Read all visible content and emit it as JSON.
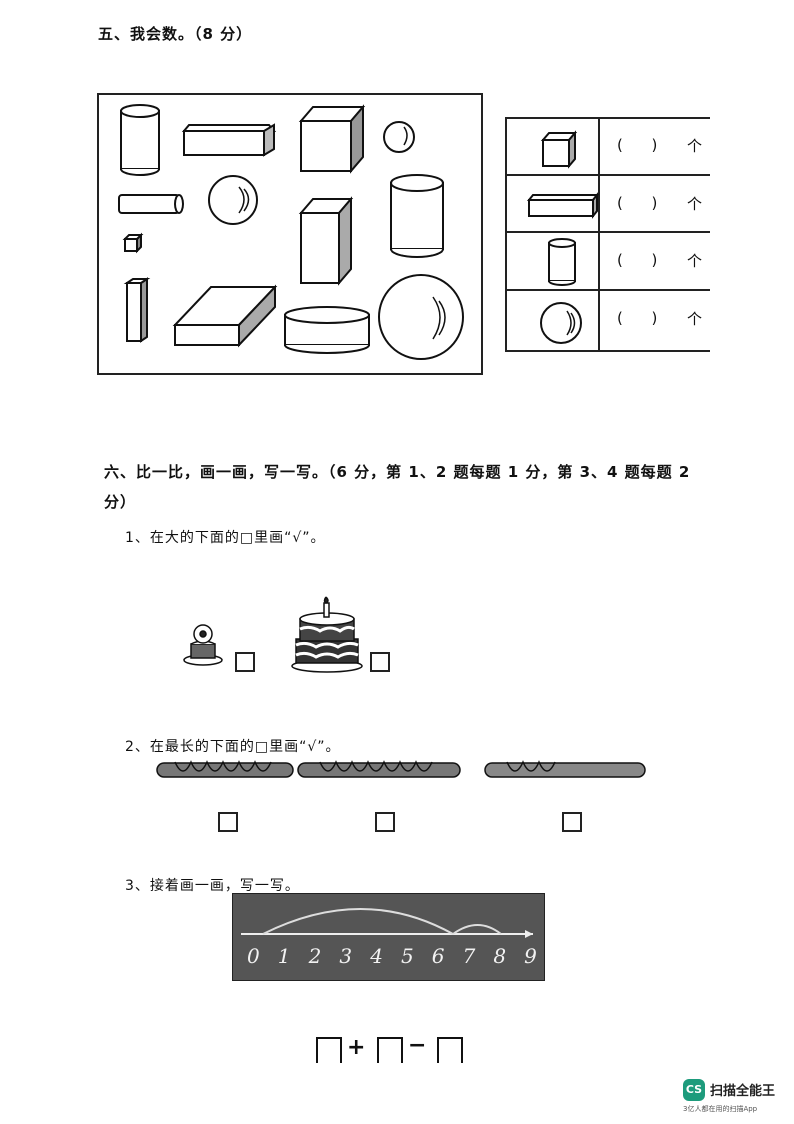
{
  "section5": {
    "title": "五、我会数。（8 分）",
    "rows": [
      {
        "shape": "cube",
        "paren": "(      )",
        "unit": "个"
      },
      {
        "shape": "cuboid",
        "paren": "(      )",
        "unit": "个"
      },
      {
        "shape": "cylinder",
        "paren": "(      )",
        "unit": "个"
      },
      {
        "shape": "sphere",
        "paren": "(      )",
        "unit": "个"
      }
    ]
  },
  "section6": {
    "title_line1": "六、比一比，画一画，写一写。（6 分，第 1、2 题每题 1 分，第 3、4 题每题 2",
    "title_line2": "分）",
    "q1": "1、在大的下面的□里画“√”。",
    "q2": "2、在最长的下面的□里画“√”。",
    "q3": "3、接着画一画，写一写。",
    "number_line": [
      "0",
      "1",
      "2",
      "3",
      "4",
      "5",
      "6",
      "7",
      "8",
      "9"
    ],
    "equation": {
      "op1": "+",
      "op2": "−"
    }
  },
  "watermark": {
    "logo": "CS",
    "brand": "扫描全能王",
    "tagline": "3亿人都在用的扫描App",
    "color": "#1d9b7c"
  }
}
